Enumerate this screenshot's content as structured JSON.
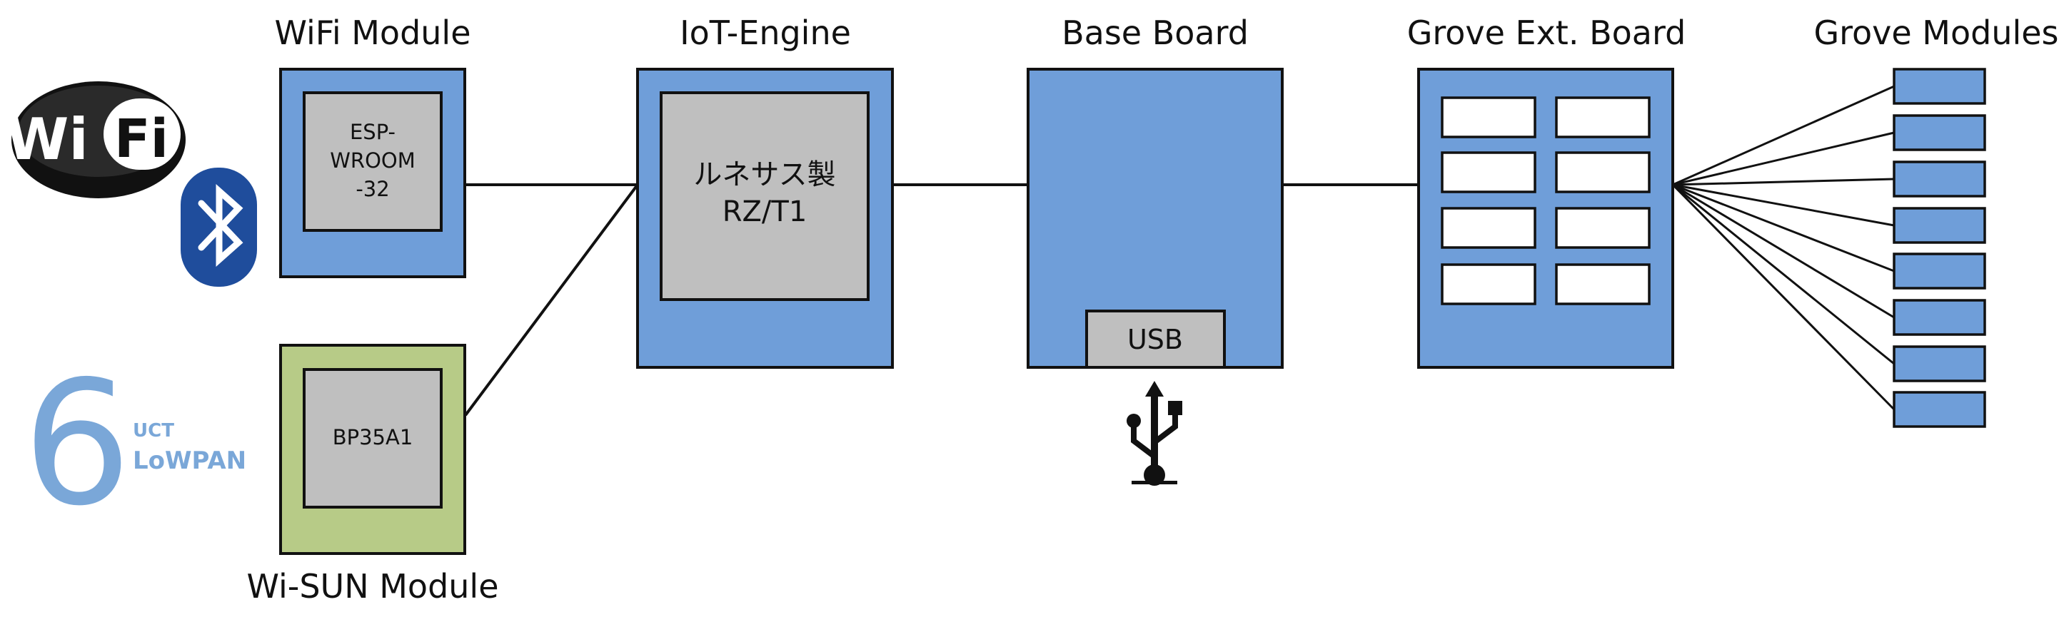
{
  "blocks": {
    "wifi_module": {
      "title": "WiFi Module",
      "chip": [
        "ESP-",
        "WROOM",
        "-32"
      ]
    },
    "wisun_module": {
      "title": "Wi-SUN Module",
      "chip": "BP35A1"
    },
    "iot_engine": {
      "title": "IoT-Engine",
      "chip": [
        "ルネサス製",
        "RZ/T1"
      ]
    },
    "base_board": {
      "title": "Base Board",
      "port": "USB"
    },
    "grove_ext_board": {
      "title": "Grove Ext. Board"
    },
    "grove_modules": {
      "title": "Grove Modules"
    }
  },
  "logos": {
    "wifi": {
      "left": "Wi",
      "right": "Fi"
    },
    "sixlowpan": {
      "digit": "6",
      "small": "UCT",
      "big": "LoWPAN"
    }
  },
  "colors": {
    "module_blue": "#6f9ed9",
    "module_green": "#b7cb87",
    "chip_gray": "#bfbfbf",
    "bluetooth_blue": "#1f4d9c",
    "sixlowpan_blue": "#7aa7d8"
  },
  "icons": [
    "wifi-logo",
    "bluetooth-icon",
    "sixlowpan-logo",
    "usb-icon"
  ]
}
